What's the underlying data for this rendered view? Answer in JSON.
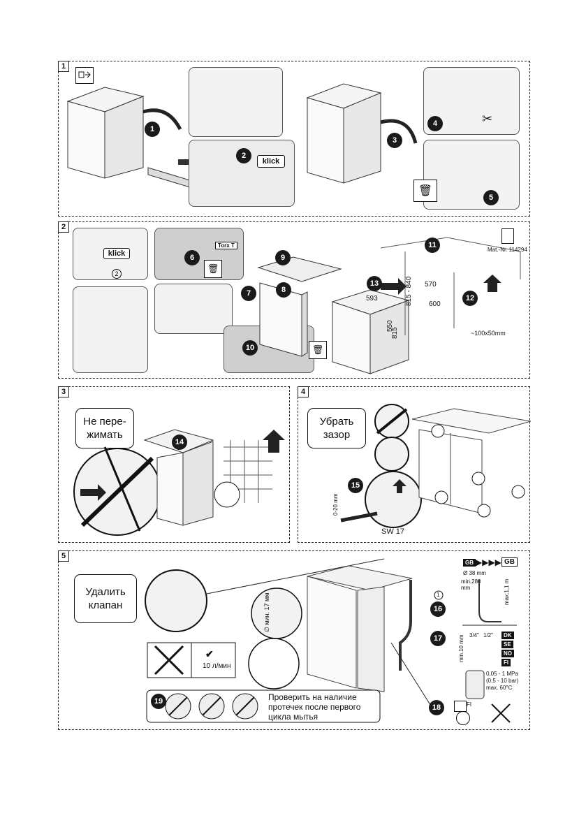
{
  "panels": [
    {
      "number": "1"
    },
    {
      "number": "2"
    },
    {
      "number": "3"
    },
    {
      "number": "4"
    },
    {
      "number": "5"
    }
  ],
  "steps": [
    "1",
    "2",
    "3",
    "4",
    "5",
    "6",
    "7",
    "8",
    "9",
    "10",
    "11",
    "12",
    "13",
    "14",
    "15",
    "16",
    "17",
    "18",
    "19"
  ],
  "labels": {
    "klick_1": "klick",
    "klick_2": "klick",
    "circled_2": "2",
    "torx": "Torx T",
    "mat_nr": "Mat.-Nr. 114294",
    "dim_593": "593",
    "dim_550": "550",
    "dim_815": "815",
    "dim_815_840": "815 - 840",
    "dim_570": "570",
    "dim_600": "600",
    "dim_100x50": "~100x50mm",
    "dim_0_20": "0-20 mm",
    "sw17": "SW 17",
    "min17": "∅ мин. 17 мм",
    "dia38": "Ø 38 mm",
    "min280": "min.280\nmm",
    "max11": "max.1,1 m",
    "gb_small": "GB",
    "gb_big": "GB",
    "circled_1": "1",
    "min10": "min.10 mm",
    "thread_34": "3/4\"",
    "thread_12": "1/2\"",
    "dk": "DK",
    "se": "SE",
    "no": "NO",
    "fi": "FI",
    "pressure": "0,05 - 1 MPa\n(0,5 - 10 bar)\nmax. 60°C",
    "flow": "10 л/мин",
    "fi_symbol": "FI"
  },
  "callouts": {
    "no_pinch": "Не пере-\nжимать",
    "remove_gap": "Убрать\nзазор",
    "remove_valve": "Удалить\nклапан",
    "check_leaks": "Проверить на наличие\nпротечек после первого\nцикла мытья"
  }
}
